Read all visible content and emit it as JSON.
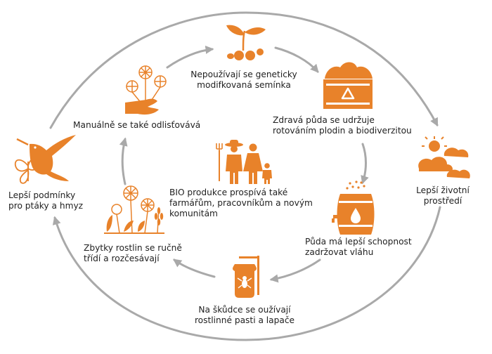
{
  "colors": {
    "accent": "#e8822a",
    "arrow": "#a9a9a9",
    "text": "#1f1f1f"
  },
  "labels": {
    "seeds": [
      "Nepoužívají se geneticky",
      "modifkovaná semínka"
    ],
    "soil": [
      "Zdravá půda se udržuje",
      "rotováním plodin a biodiverzitou"
    ],
    "environment": [
      "Lepší životní",
      "prostředí"
    ],
    "water": [
      "Půda má lepší schopnost",
      "zadržovat vláhu"
    ],
    "pests": [
      "Na škůdce se oužívají",
      "rostlinné pasti a lapače"
    ],
    "residues": [
      "Zbytky rostlin se ručně",
      "třídí a rozčesávají"
    ],
    "birds": [
      "Lepší podmínky",
      "pro ptáky a hmyz"
    ],
    "manual": [
      "Manuálně se také odlisťovává"
    ],
    "center": [
      "BIO produkce prospívá také",
      "farmářům, pracovníkům a novým",
      "komunitám"
    ]
  },
  "icons": {
    "seeds": "sprout-seeds-icon",
    "soil": "compost-recycle-box-icon",
    "environment": "sun-clouds-icon",
    "water": "water-barrel-icon",
    "pests": "insect-trap-jar-icon",
    "residues": "plants-grain-icon",
    "birds": "hummingbird-butterfly-icon",
    "manual": "hand-flowers-icon",
    "center": "farmer-family-icon"
  }
}
